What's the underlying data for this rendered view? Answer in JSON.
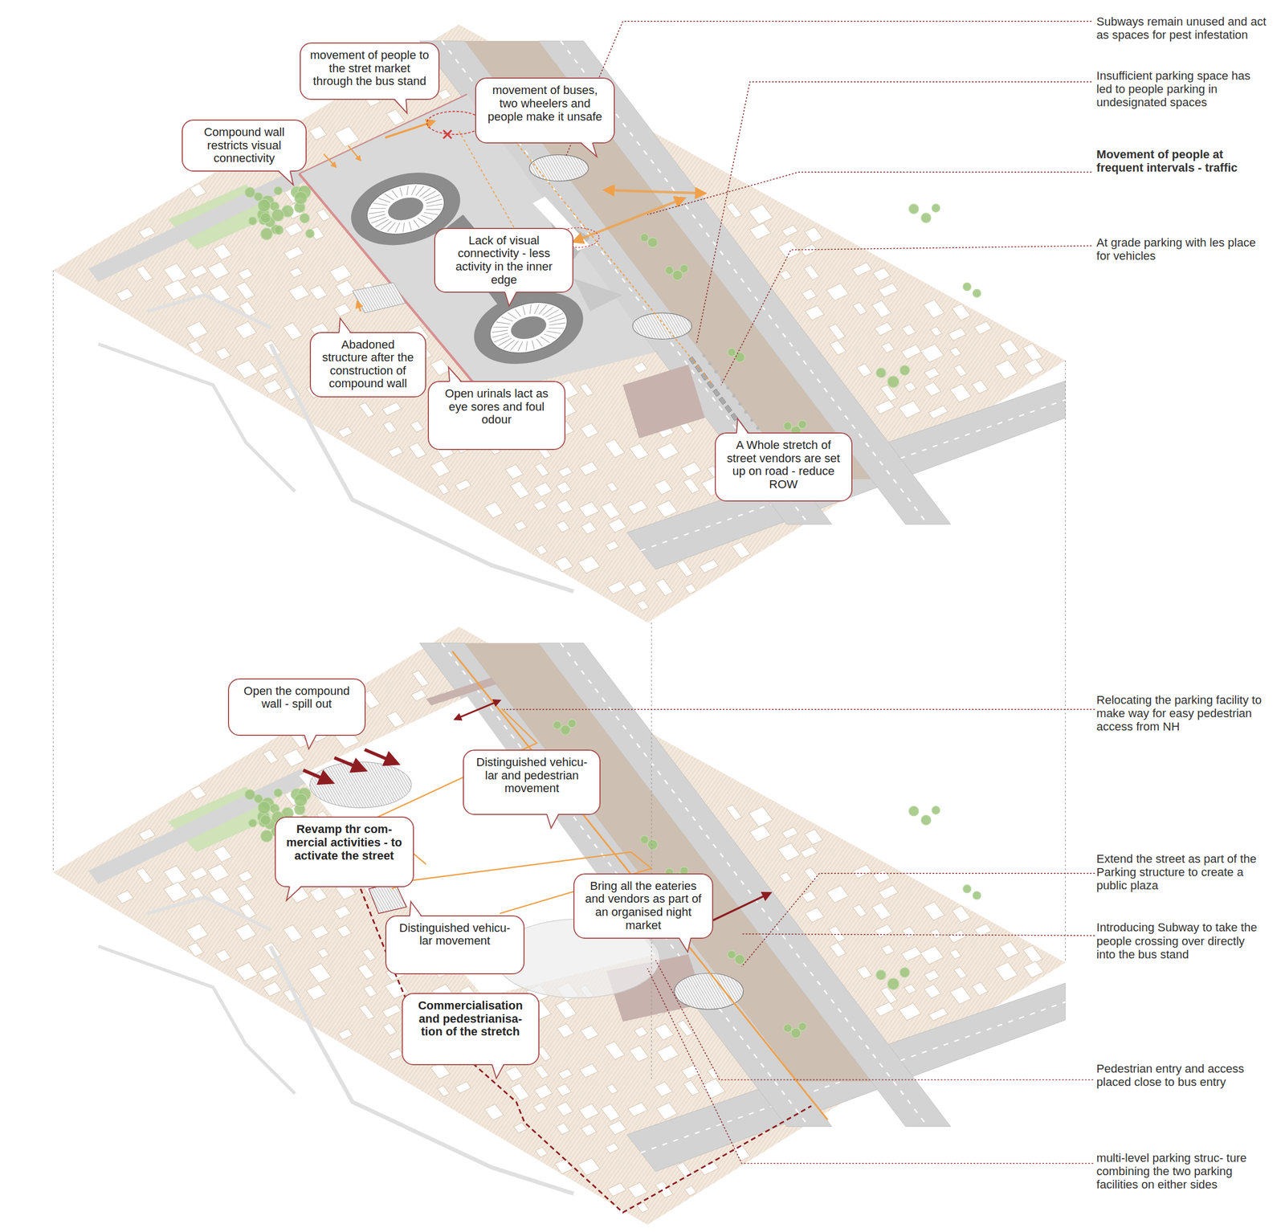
{
  "diagram": {
    "nodes": [
      {
        "text": [
          "Compound wall restricts visual connectivity"
        ]
      },
      {
        "text": [
          "movement of people to the stret market through the bus stand"
        ]
      },
      {
        "text": [
          "movement of buses, two wheelers and people make it unsafe"
        ]
      },
      {
        "text": [
          "Lack of visual connectivity - less activity in the inner edge"
        ]
      },
      {
        "text": [
          "Abadoned structure after the construction of compound wall"
        ]
      },
      {
        "text": [
          "Open urinals lact as eye sores and foul odour"
        ]
      },
      {
        "text": [
          "A Whole stretch of street vendors are set up on road - reduce ROW"
        ]
      },
      {
        "text": [
          "Open the compound wall - spill out"
        ]
      },
      {
        "text": [
          "Distinguished vehicu- lar and pedestrian movement"
        ]
      },
      {
        "text": [
          "Revamp thr com- mercial activities - to activate the street"
        ]
      },
      {
        "text": [
          "Bring all the eateries and vendors as part of an organised night market"
        ]
      },
      {
        "text": [
          "Distinguished vehicu- lar movement"
        ]
      },
      {
        "text": [
          "Commercialisation and pedestrianisa- tion of the stretch"
        ]
      }
    ],
    "labels": [
      "Subways remain unused and act as spaces for pest infestation",
      "Insufficient parking space has led to people parking in undesignated spaces",
      "Movement of people at frequent intervals - traffic",
      "At grade parking with les place for vehicles",
      "Relocating the parking facility to make way for easy pedestrian access from NH",
      "Extend the street as part of the Parking structure to create a public plaza",
      "Introducing Subway to take the people crossing over directly into the bus stand",
      "Pedestrian entry and access placed close to bus entry",
      "multi-level parking struc- ture combining the two parking facilities on either sides"
    ]
  }
}
